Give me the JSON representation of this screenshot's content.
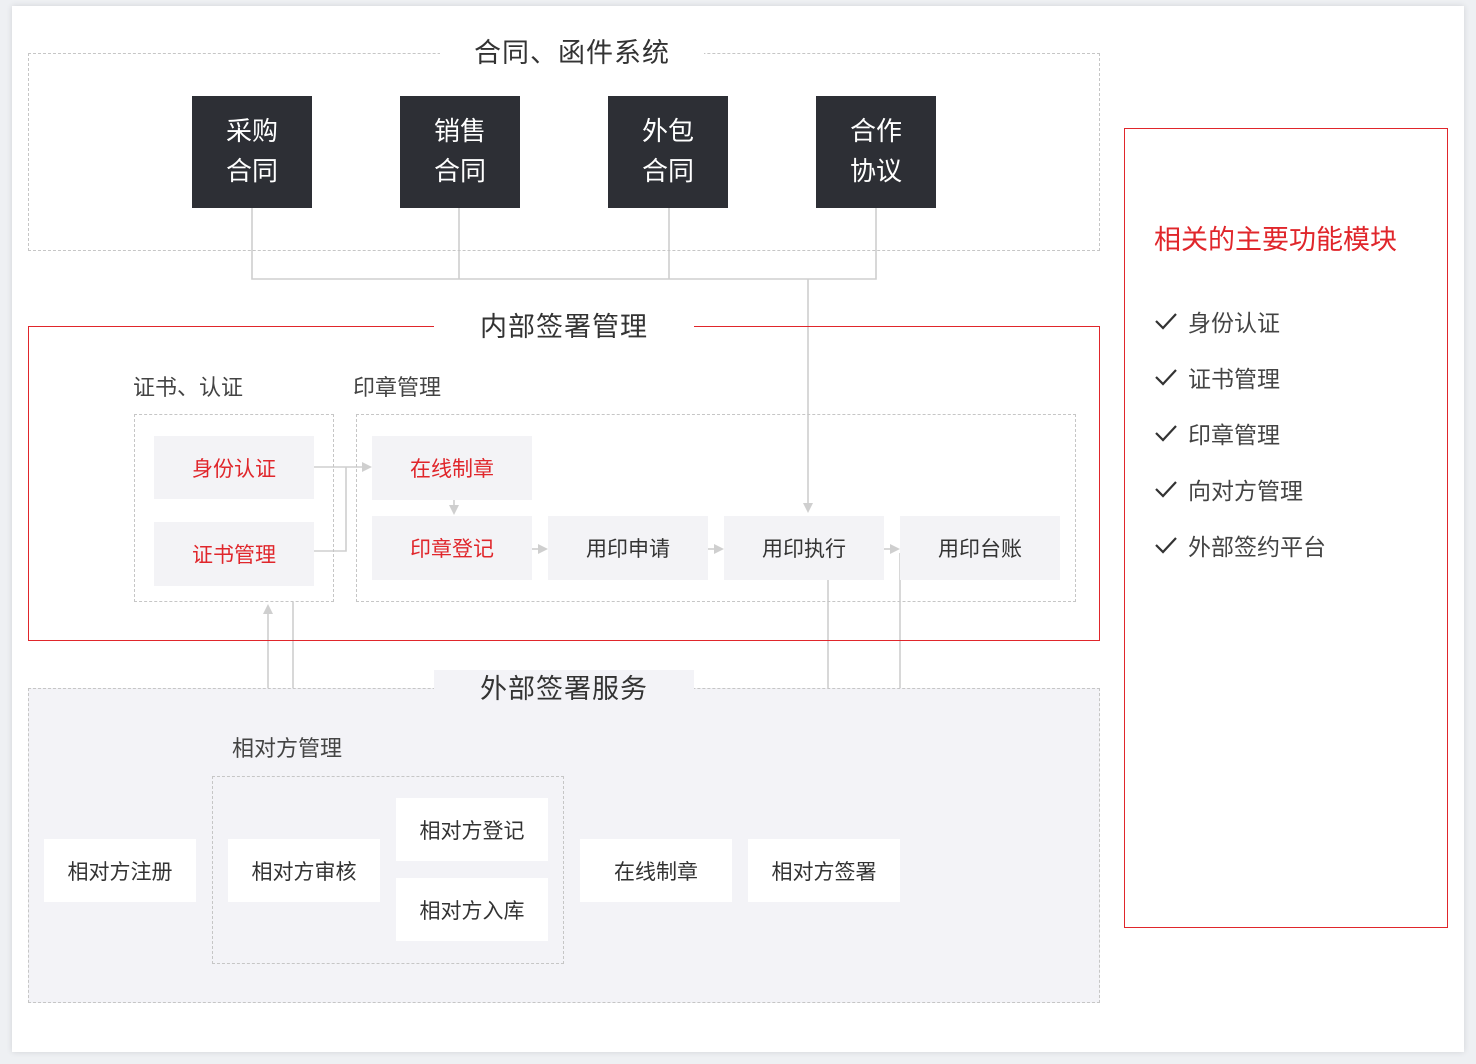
{
  "top_section": {
    "title": "合同、函件系统",
    "boxes": [
      {
        "line1": "采购",
        "line2": "合同"
      },
      {
        "line1": "销售",
        "line2": "合同"
      },
      {
        "line1": "外包",
        "line2": "合同"
      },
      {
        "line1": "合作",
        "line2": "协议"
      }
    ]
  },
  "internal_section": {
    "title": "内部签署管理",
    "cert_group_label": "证书、认证",
    "seal_group_label": "印章管理",
    "nodes": {
      "identity_auth": "身份认证",
      "cert_mgmt": "证书管理",
      "online_seal": "在线制章",
      "seal_register": "印章登记",
      "seal_apply": "用印申请",
      "seal_execute": "用印执行",
      "seal_ledger": "用印台账"
    }
  },
  "external_section": {
    "title": "外部签署服务",
    "counterparty_group_label": "相对方管理",
    "nodes": {
      "cp_register": "相对方注册",
      "cp_review": "相对方审核",
      "cp_record": "相对方登记",
      "cp_storage": "相对方入库",
      "online_seal": "在线制章",
      "cp_sign": "相对方签署"
    }
  },
  "side_panel": {
    "title": "相关的主要功能模块",
    "items": [
      "身份认证",
      "证书管理",
      "印章管理",
      "向对方管理",
      "外部签约平台"
    ]
  },
  "colors": {
    "accent_red": "#e0262b",
    "dark_box": "#2d2f35",
    "node_bg": "#f3f3f6",
    "line": "#cfcfcf"
  }
}
